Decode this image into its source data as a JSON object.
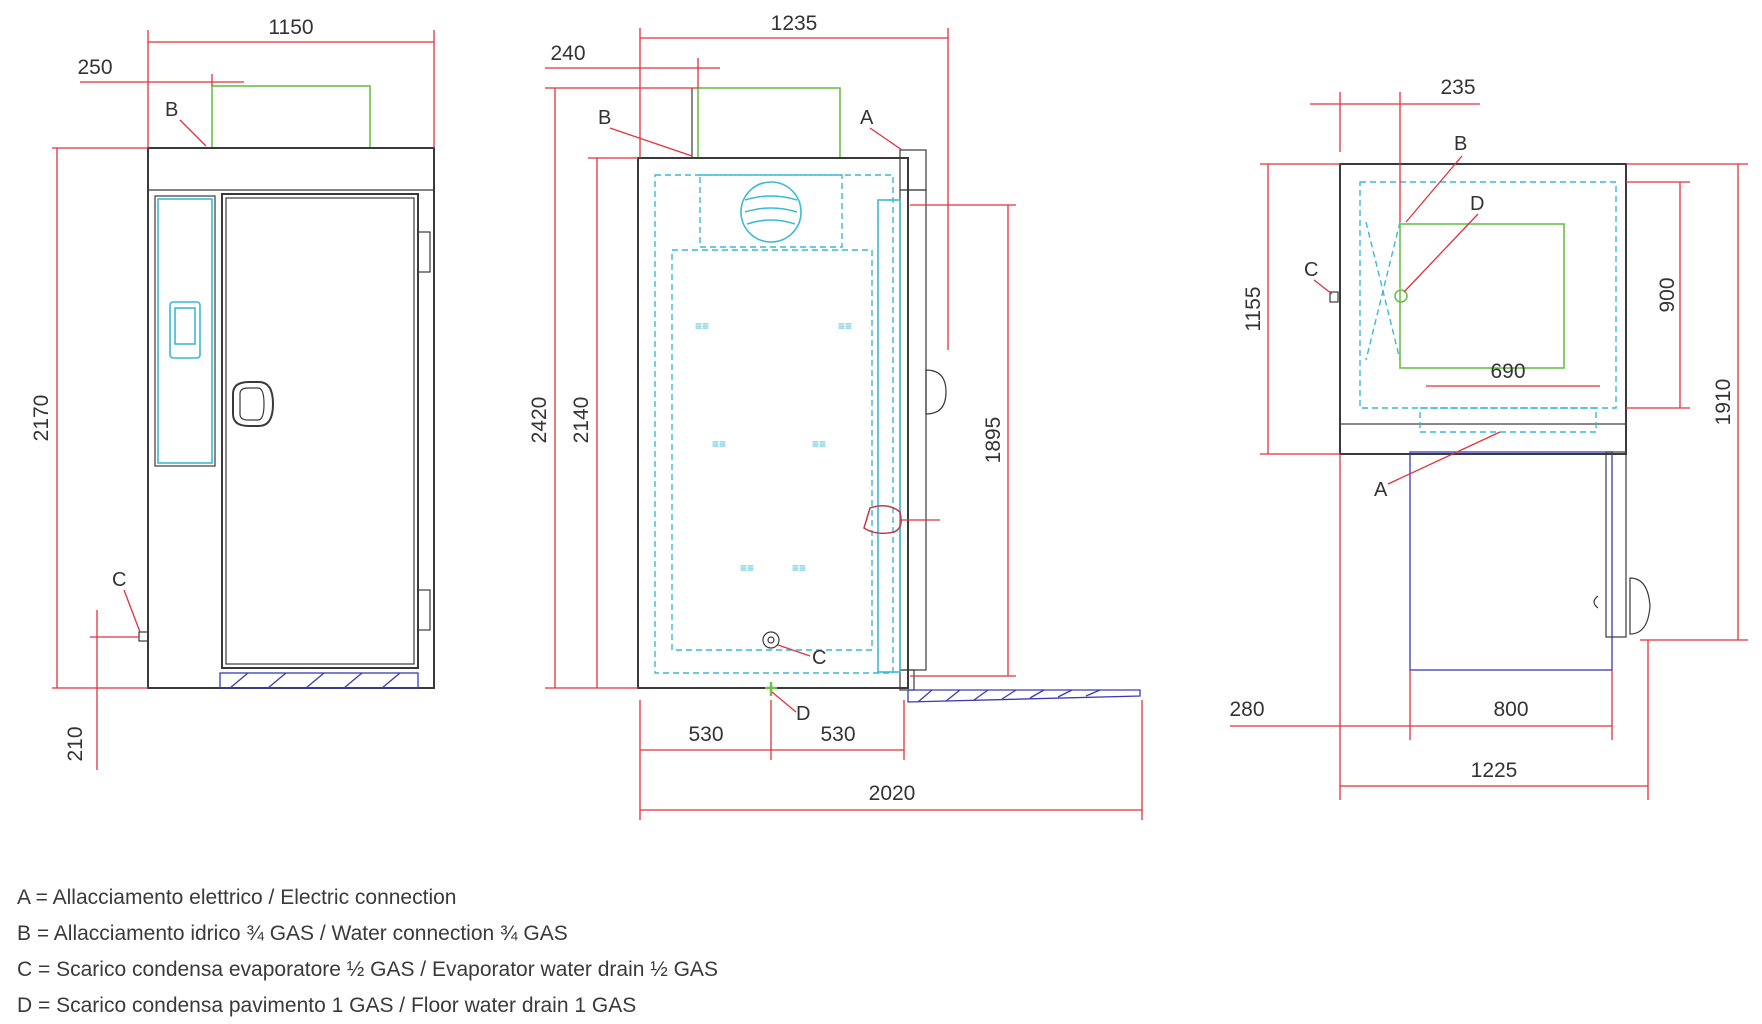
{
  "views": {
    "front": {
      "dims": [
        "1150",
        "250",
        "2170",
        "210"
      ],
      "labels": [
        "B",
        "C"
      ]
    },
    "side": {
      "dims": [
        "1235",
        "240",
        "2420",
        "2140",
        "1895",
        "530",
        "530",
        "2020"
      ],
      "labels": [
        "B",
        "A",
        "C",
        "D"
      ]
    },
    "top": {
      "dims": [
        "235",
        "1155",
        "900",
        "690",
        "1910",
        "280",
        "800",
        "1225"
      ],
      "labels": [
        "B",
        "D",
        "C",
        "A"
      ]
    }
  },
  "legend": [
    "A = Allacciamento elettrico / Electric connection",
    "B = Allacciamento idrico ¾ GAS / Water connection ¾ GAS",
    "C = Scarico condensa evaporatore ½ GAS / Evaporator water drain ½ GAS",
    "D = Scarico condensa pavimento 1 GAS / Floor water drain 1 GAS"
  ],
  "colors": {
    "dimension": "#e0323c",
    "outline": "#3a3a3a",
    "evaporator": "#3db9d3",
    "hatch_connection": "#6cc04a",
    "floor_hatch": "#3a3ab8"
  }
}
